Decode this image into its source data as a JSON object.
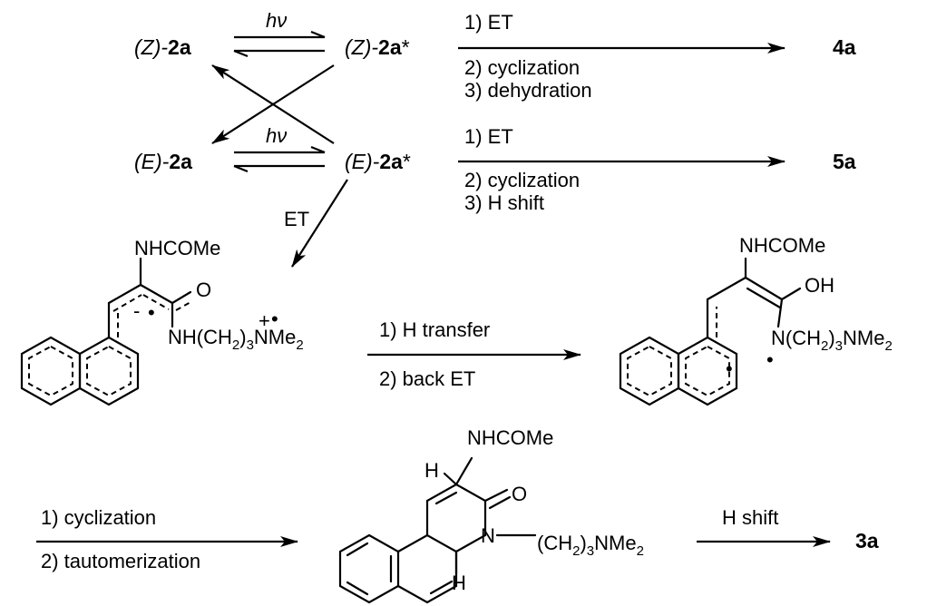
{
  "compounds": {
    "z2a": {
      "prefix": "(Z)-",
      "name": "2a",
      "star": ""
    },
    "z2a_star": {
      "prefix": "(Z)-",
      "name": "2a",
      "star": "*"
    },
    "e2a": {
      "prefix": "(E)-",
      "name": "2a",
      "star": ""
    },
    "e2a_star": {
      "prefix": "(E)-",
      "name": "2a",
      "star": "*"
    },
    "p4a": "4a",
    "p5a": "5a",
    "p3a": "3a"
  },
  "arrows": {
    "hv_top": "hν",
    "hv_bottom": "hν",
    "z_route": [
      "1) ET",
      "2) cyclization",
      "3) dehydration"
    ],
    "e_route": [
      "1) ET",
      "2) cyclization",
      "3) H shift"
    ],
    "et_down": "ET",
    "h_transfer": [
      "1) H transfer",
      "2) back ET"
    ],
    "cyclization": [
      "1) cyclization",
      "2) tautomerization"
    ],
    "final": "H shift"
  },
  "structures": {
    "radical_ion": {
      "amide": "NHCOMe",
      "oxygen": "O",
      "chain": "NH(CH",
      "sub2": "2",
      "close": ")",
      "sub3": "3",
      "amine": "NMe",
      "sub2b": "2",
      "charge_plus": "+",
      "dot": "•",
      "charge_minus": "-"
    },
    "biradical": {
      "amide": "NHCOMe",
      "hydroxy": "OH",
      "chain": "N(CH",
      "sub2": "2",
      "close": ")",
      "sub3": "3",
      "amine": "NMe",
      "sub2b": "2",
      "dot": "•"
    },
    "cyclized": {
      "amide": "NHCOMe",
      "h_top": "H",
      "oxygen": "O",
      "n": "N",
      "chain": "(CH",
      "sub2": "2",
      "close": ")",
      "sub3": "3",
      "amine": "NMe",
      "sub2b": "2",
      "h_bottom": "H"
    }
  }
}
